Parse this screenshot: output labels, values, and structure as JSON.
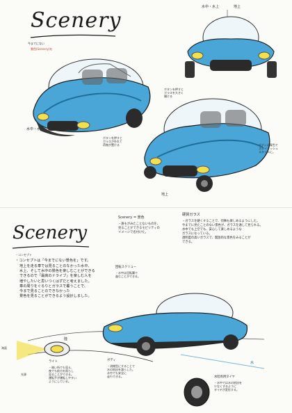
{
  "colors": {
    "body_blue": "#4aa6d6",
    "dark_blue": "#1f6d99",
    "ink": "#1a1a1a",
    "accent_red": "#c0392b",
    "headlight": "#f4e04d"
  },
  "top": {
    "title": "Scenery",
    "tag_left_line1": "今までにない",
    "tag_left_line2": "景色(Scenery)を",
    "label_water": "水中・水上",
    "label_land": "地上",
    "label_front_view": "水中・水上",
    "label_front_view2": "地上",
    "note_glass_left": "ボタンを押すと\nガラスが外れて\n荷物が置ける",
    "note_side_right": "ボタンを押すと\nガラスを大きく\n開ける",
    "note_color": "ボディは青色で\nスタイリッシュ\nスタイルに。"
  },
  "bottom": {
    "title": "Scenery",
    "scenery_heading": "Scenery = 景色",
    "scenery_text": "・誰もがみたことないものを、\n  見ることができるモビリティの\n  イメージで名付けた。",
    "note_glass_heading": "硬質ガラス",
    "note_glass_text": "・ガラスを硬くすることで、何事も楽しめるようにした。\n  今までに見たことのない景色が、ガラスを通して見られる。\n  水中でも上空でも、安心して楽しめるような\n  ガラスになっている。\n  透明度の高いガラスで、開放的な景色をみることが\n  できる。",
    "concept_heading": "・コンセプト",
    "concept_line1": "・コンセプトは「今までにない景色を」です。",
    "concept_rest": "地上を走る車では見ることのなかった水中、\n水上、そして水中の景色を楽しむことができる\nできるので「最高のドライブ」を楽しむ人を\n増やしたいと思いつくはずだと考えました。\n車の周りをぐるりとガラスで覆うことで、\n今まで見ることのできなかった\n景色を見ることができるよう設計しました。",
    "label_land": "陸",
    "label_water": "水",
    "label_sea_level": "海面",
    "screw_heading": "回転スクリュー",
    "screw_text": "・水中は回転翼で\n  進むことができる。",
    "light_heading": "ライト",
    "light_text": "・暗い所でも見え、\n  夜でも前方を照らし\n  見ることができる。\n  運転手が運転しやすい\n  ようにしている。",
    "light_side_label": "光源",
    "tire_heading": "水陸両用タイヤ",
    "tire_text": "・水中では水の抵抗を\n  少なくするように\n  タイヤが変形する。",
    "body_heading": "ボディ",
    "body_text": "・流線型にすることで\n  水の抵抗を減らした。\n  水中でも安全に\n  走行できる。"
  }
}
